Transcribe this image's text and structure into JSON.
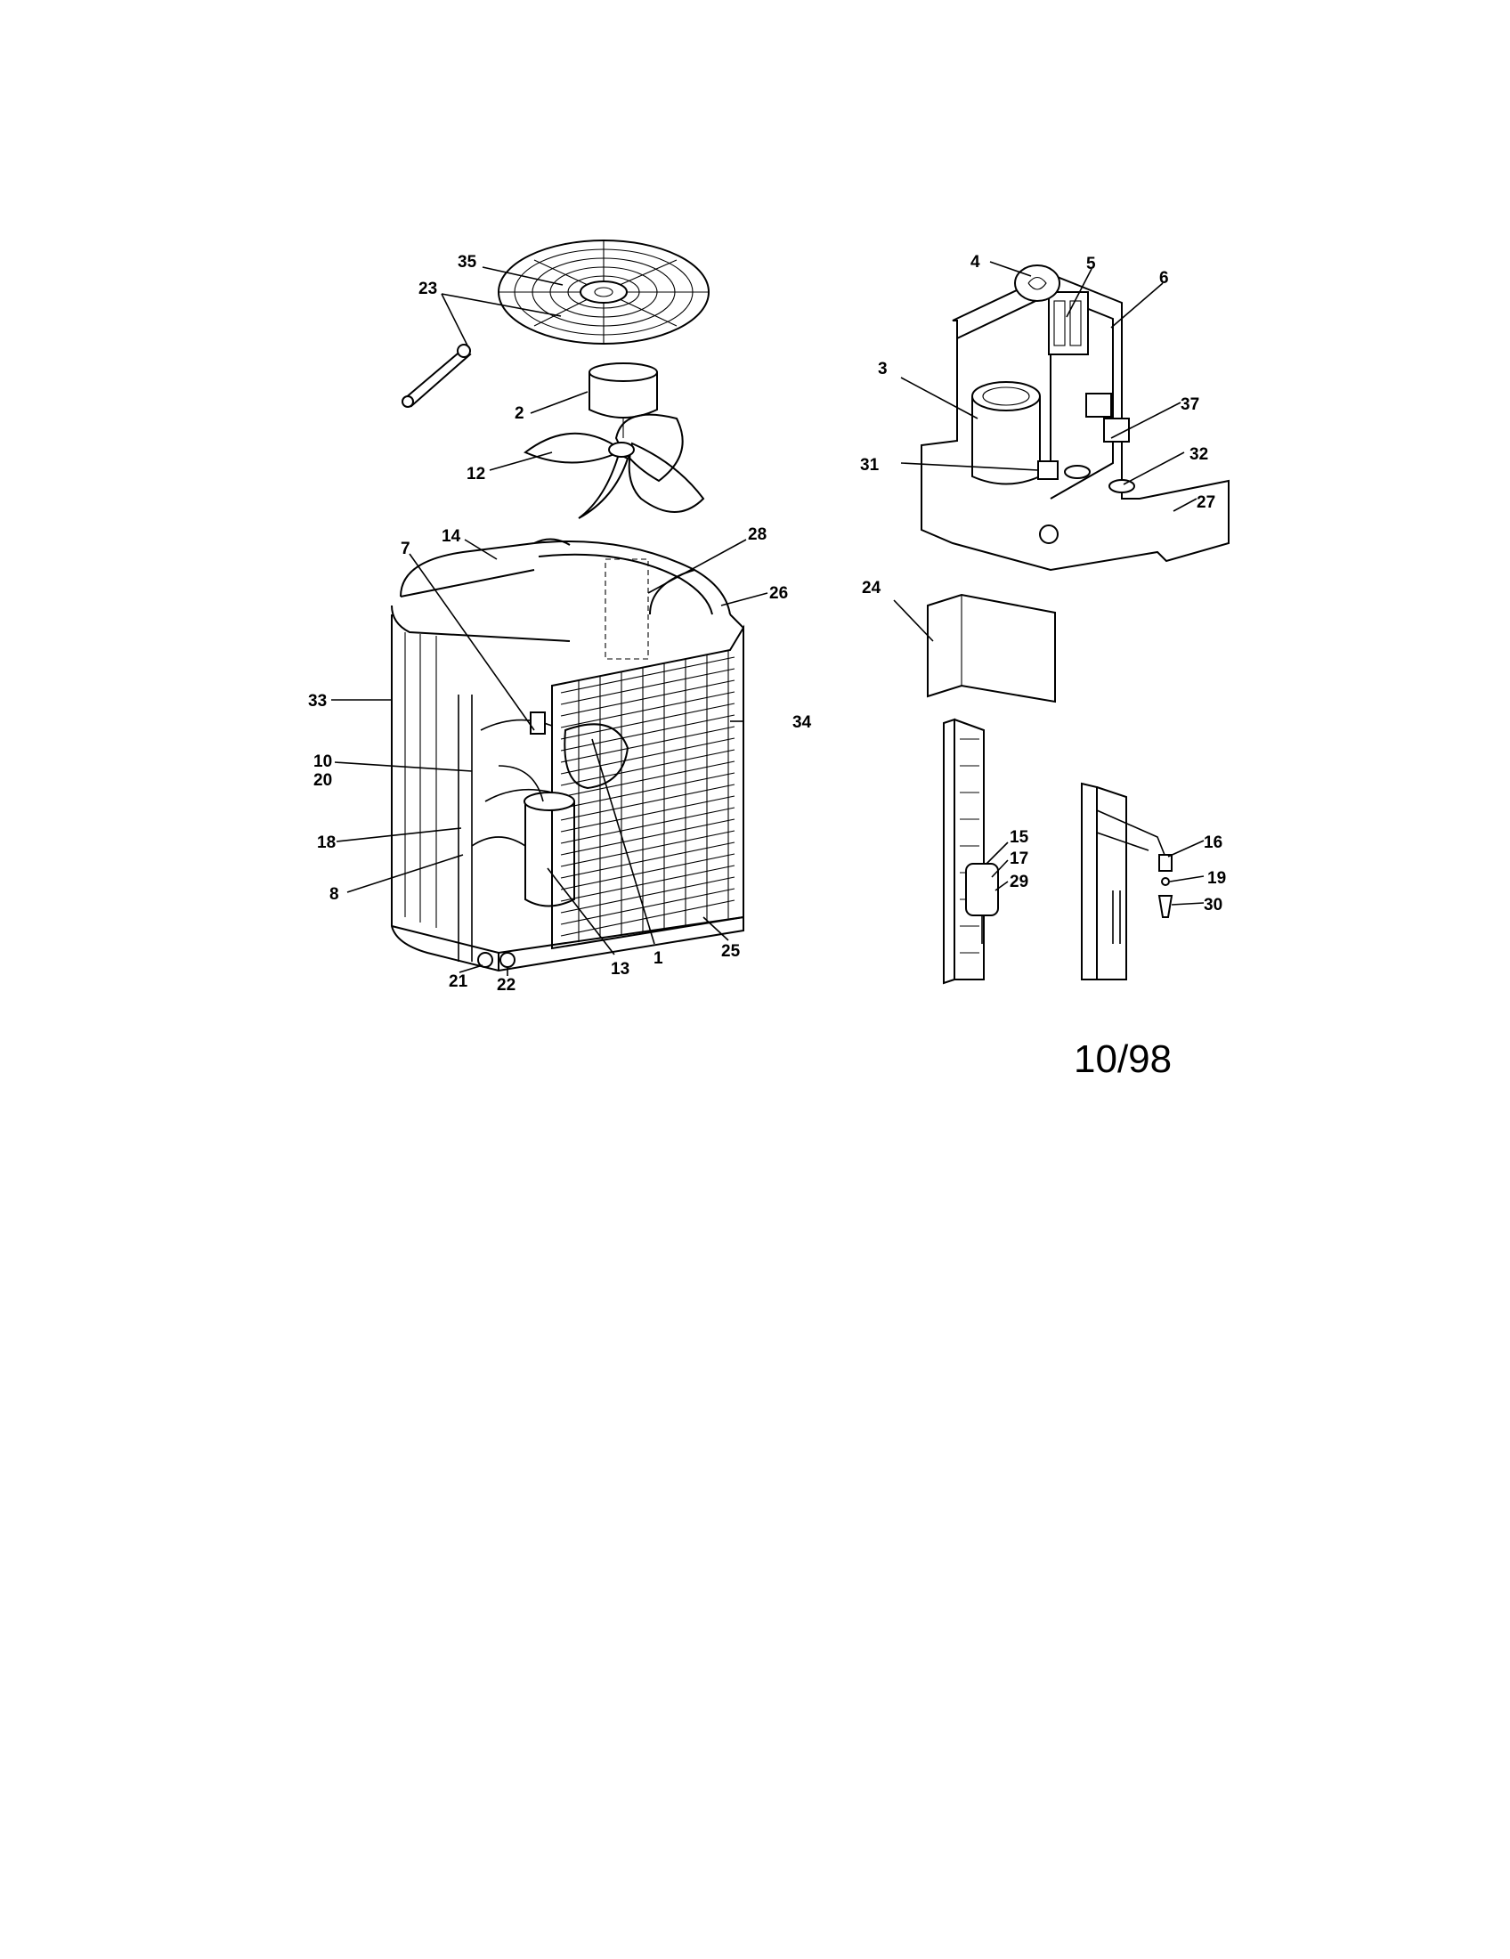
{
  "callouts": [
    "35",
    "23",
    "2",
    "12",
    "14",
    "7",
    "28",
    "26",
    "33",
    "34",
    "10",
    "20",
    "18",
    "8",
    "1",
    "13",
    "25",
    "21",
    "22",
    "4",
    "5",
    "6",
    "3",
    "37",
    "31",
    "32",
    "27",
    "24",
    "15",
    "17",
    "29",
    "16",
    "19",
    "30"
  ],
  "date_code": "10/98"
}
